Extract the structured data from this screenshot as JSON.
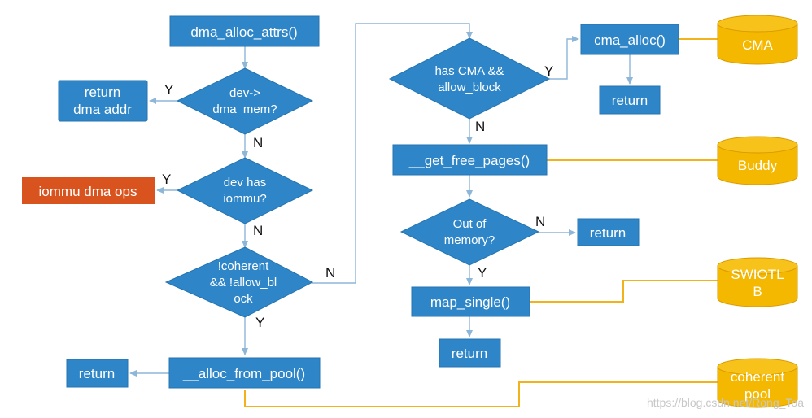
{
  "colors": {
    "process": "#2E86C8",
    "process_border": "#2574B0",
    "decision": "#2E86C8",
    "highlight": "#D9531E",
    "storage": "#F5B800",
    "storage_border": "#D99A00",
    "connector": "#8DB6D8",
    "storage_connector": "#F2B21B",
    "label": "#111111",
    "watermark": "#C8C8C8"
  },
  "nodes": {
    "dma_alloc_attrs": "dma_alloc_attrs()",
    "return_dma_addr_1": "return",
    "return_dma_addr_2": "dma addr",
    "dev_dma_mem_1": "dev->",
    "dev_dma_mem_2": "dma_mem?",
    "iommu_dma_ops": "iommu dma ops",
    "dev_has_iommu_1": "dev has",
    "dev_has_iommu_2": "iommu?",
    "not_coherent_1": "!coherent",
    "not_coherent_2": "&& !allow_bl",
    "not_coherent_3": "ock",
    "return_left": "return",
    "alloc_from_pool": "__alloc_from_pool()",
    "has_cma_1": "has CMA &&",
    "has_cma_2": "allow_block",
    "cma_alloc": "cma_alloc()",
    "return_cma": "return",
    "get_free_pages": "__get_free_pages()",
    "out_of_memory_1": "Out of",
    "out_of_memory_2": "memory?",
    "return_oom": "return",
    "map_single": "map_single()",
    "return_bottom": "return"
  },
  "storage": {
    "cma": "CMA",
    "buddy": "Buddy",
    "swiotlb_1": "SWIOTL",
    "swiotlb_2": "B",
    "coherent_pool_1": "coherent",
    "coherent_pool_2": "pool"
  },
  "edge_labels": {
    "y": "Y",
    "n": "N"
  },
  "watermark": "https://blog.csdn.net/Rong_Toa"
}
